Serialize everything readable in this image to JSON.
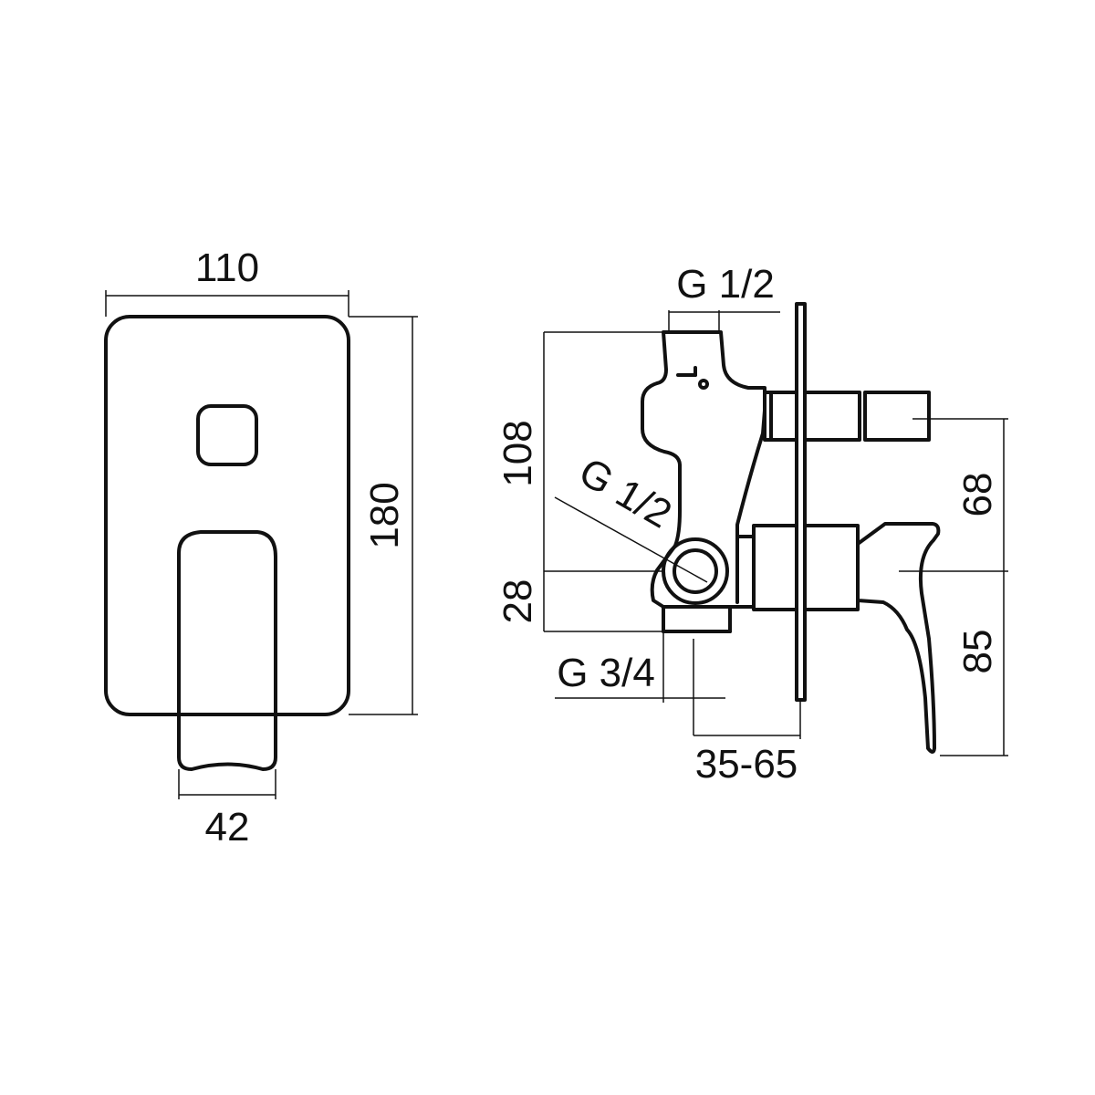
{
  "front_view": {
    "width_label": "110",
    "height_label": "180",
    "handle_width_label": "42"
  },
  "side_view": {
    "top_inlet_label": "G 1/2",
    "height_upper_label": "108",
    "height_lower_label": "28",
    "side_inlet_label": "G 1/2",
    "bottom_outlet_label": "G 3/4",
    "depth_range_label": "35-65",
    "right_upper_label": "68",
    "right_lower_label": "85"
  },
  "colors": {
    "line": "#111111",
    "background": "#ffffff"
  }
}
